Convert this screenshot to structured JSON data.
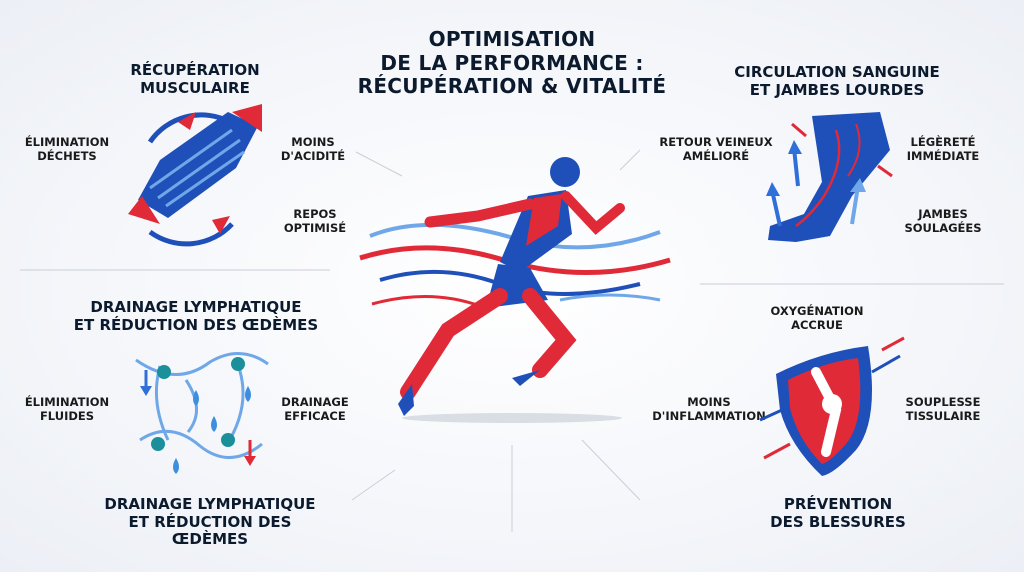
{
  "title": "Optimisation\nde la performance :\nRécupération & Vitalité",
  "colors": {
    "blue": "#1f4fb8",
    "red": "#e02a38",
    "light_blue": "#6fa7e8",
    "navy": "#0c1a2e"
  },
  "sections": {
    "recuperation": {
      "heading": "Récupération\nmusculaire",
      "labels": [
        "Élimination\ndéchets",
        "Moins\nd'acidité",
        "Repos\noptimisé"
      ]
    },
    "circulation": {
      "heading": "Circulation sanguine\net jambes lourdes",
      "labels": [
        "Retour veineux\namélioré",
        "Légèreté\nimmédiate",
        "Jambes\nsoulagées"
      ]
    },
    "drainage_top": {
      "heading": "Drainage lymphatique\net réduction des œdèmes",
      "labels": [
        "Élimination\nfluides",
        "Drainage\nefficace"
      ]
    },
    "drainage_bottom": {
      "heading": "Drainage lymphatique\net réduction des œdèmes"
    },
    "prevention": {
      "heading": "Prévention\ndes blessures",
      "labels": [
        "Oxygénation\naccrue",
        "Moins\nd'inflammation",
        "Souplesse\ntissulaire"
      ]
    }
  },
  "icons": [
    "muscle-icon",
    "leg-icon",
    "lymph-network-icon",
    "knee-shield-icon",
    "runner-icon"
  ]
}
